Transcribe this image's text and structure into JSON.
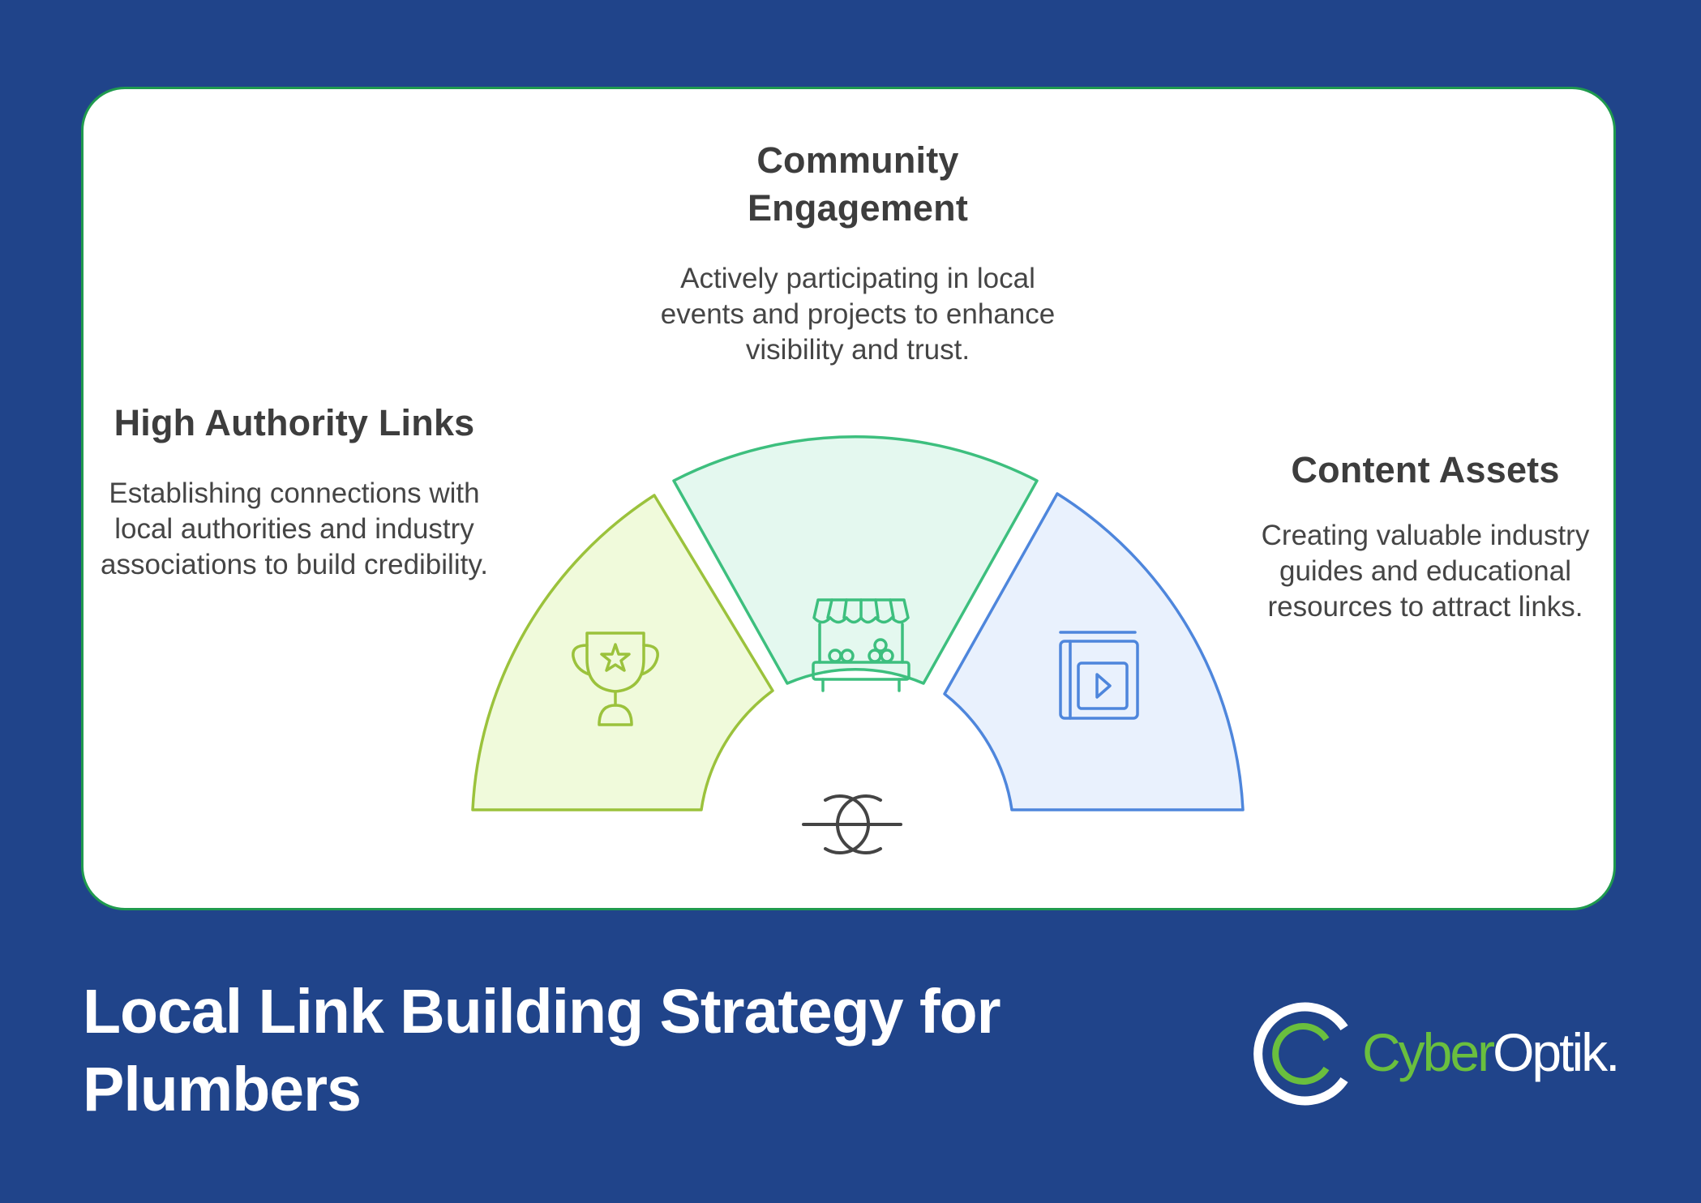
{
  "title": "Local Link Building Strategy for Plumbers",
  "colors": {
    "background": "#20448a",
    "card_border": "#1f9a4e",
    "segment_left": "#9bc23c",
    "segment_center": "#3dbf7e",
    "segment_right": "#4e86dc"
  },
  "center_icon": "chain-link-icon",
  "segments": [
    {
      "heading": "High Authority Links",
      "description": "Establishing connections with local authorities and industry associations to build credibility.",
      "icon": "trophy-star-icon"
    },
    {
      "heading": "Community Engagement",
      "description": "Actively participating in local events and projects to enhance visibility and trust.",
      "icon": "market-stall-icon"
    },
    {
      "heading": "Content Assets",
      "description": "Creating valuable industry guides and educational resources to attract links.",
      "icon": "video-book-icon"
    }
  ],
  "logo": {
    "part1": "Cyber",
    "part2": "Optik."
  }
}
